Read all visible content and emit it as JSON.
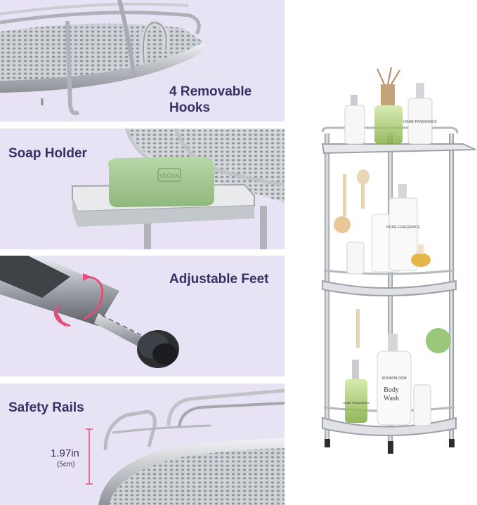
{
  "panels": [
    {
      "title_line1": "4 Removable",
      "title_line2": "Hooks",
      "icon": "hook-icon"
    },
    {
      "title": "Soap Holder",
      "icon": "soap-holder-icon",
      "soap_emboss": "VEGAN"
    },
    {
      "title": "Adjustable Feet",
      "icon": "adjustable-foot-icon"
    },
    {
      "title": "Safety Rails",
      "icon": "safety-rail-icon",
      "height_value": "1.97in",
      "height_metric": "(5cm)"
    }
  ],
  "product": {
    "bottle_label_top": "HOME FRAGRANCE",
    "bottle_label_mid": "HOME FRAGRANCE",
    "bottle_label_bottom": "HOME FRAGRANCE",
    "body_wash_brand": "ROOM BLOOM",
    "body_wash_line1": "Body",
    "body_wash_line2": "Wash"
  },
  "colors": {
    "panel_bg": "#e7e3f4",
    "text": "#3b2e63",
    "accent_arrow": "#e0507a",
    "metal": "#c8cbd0"
  }
}
